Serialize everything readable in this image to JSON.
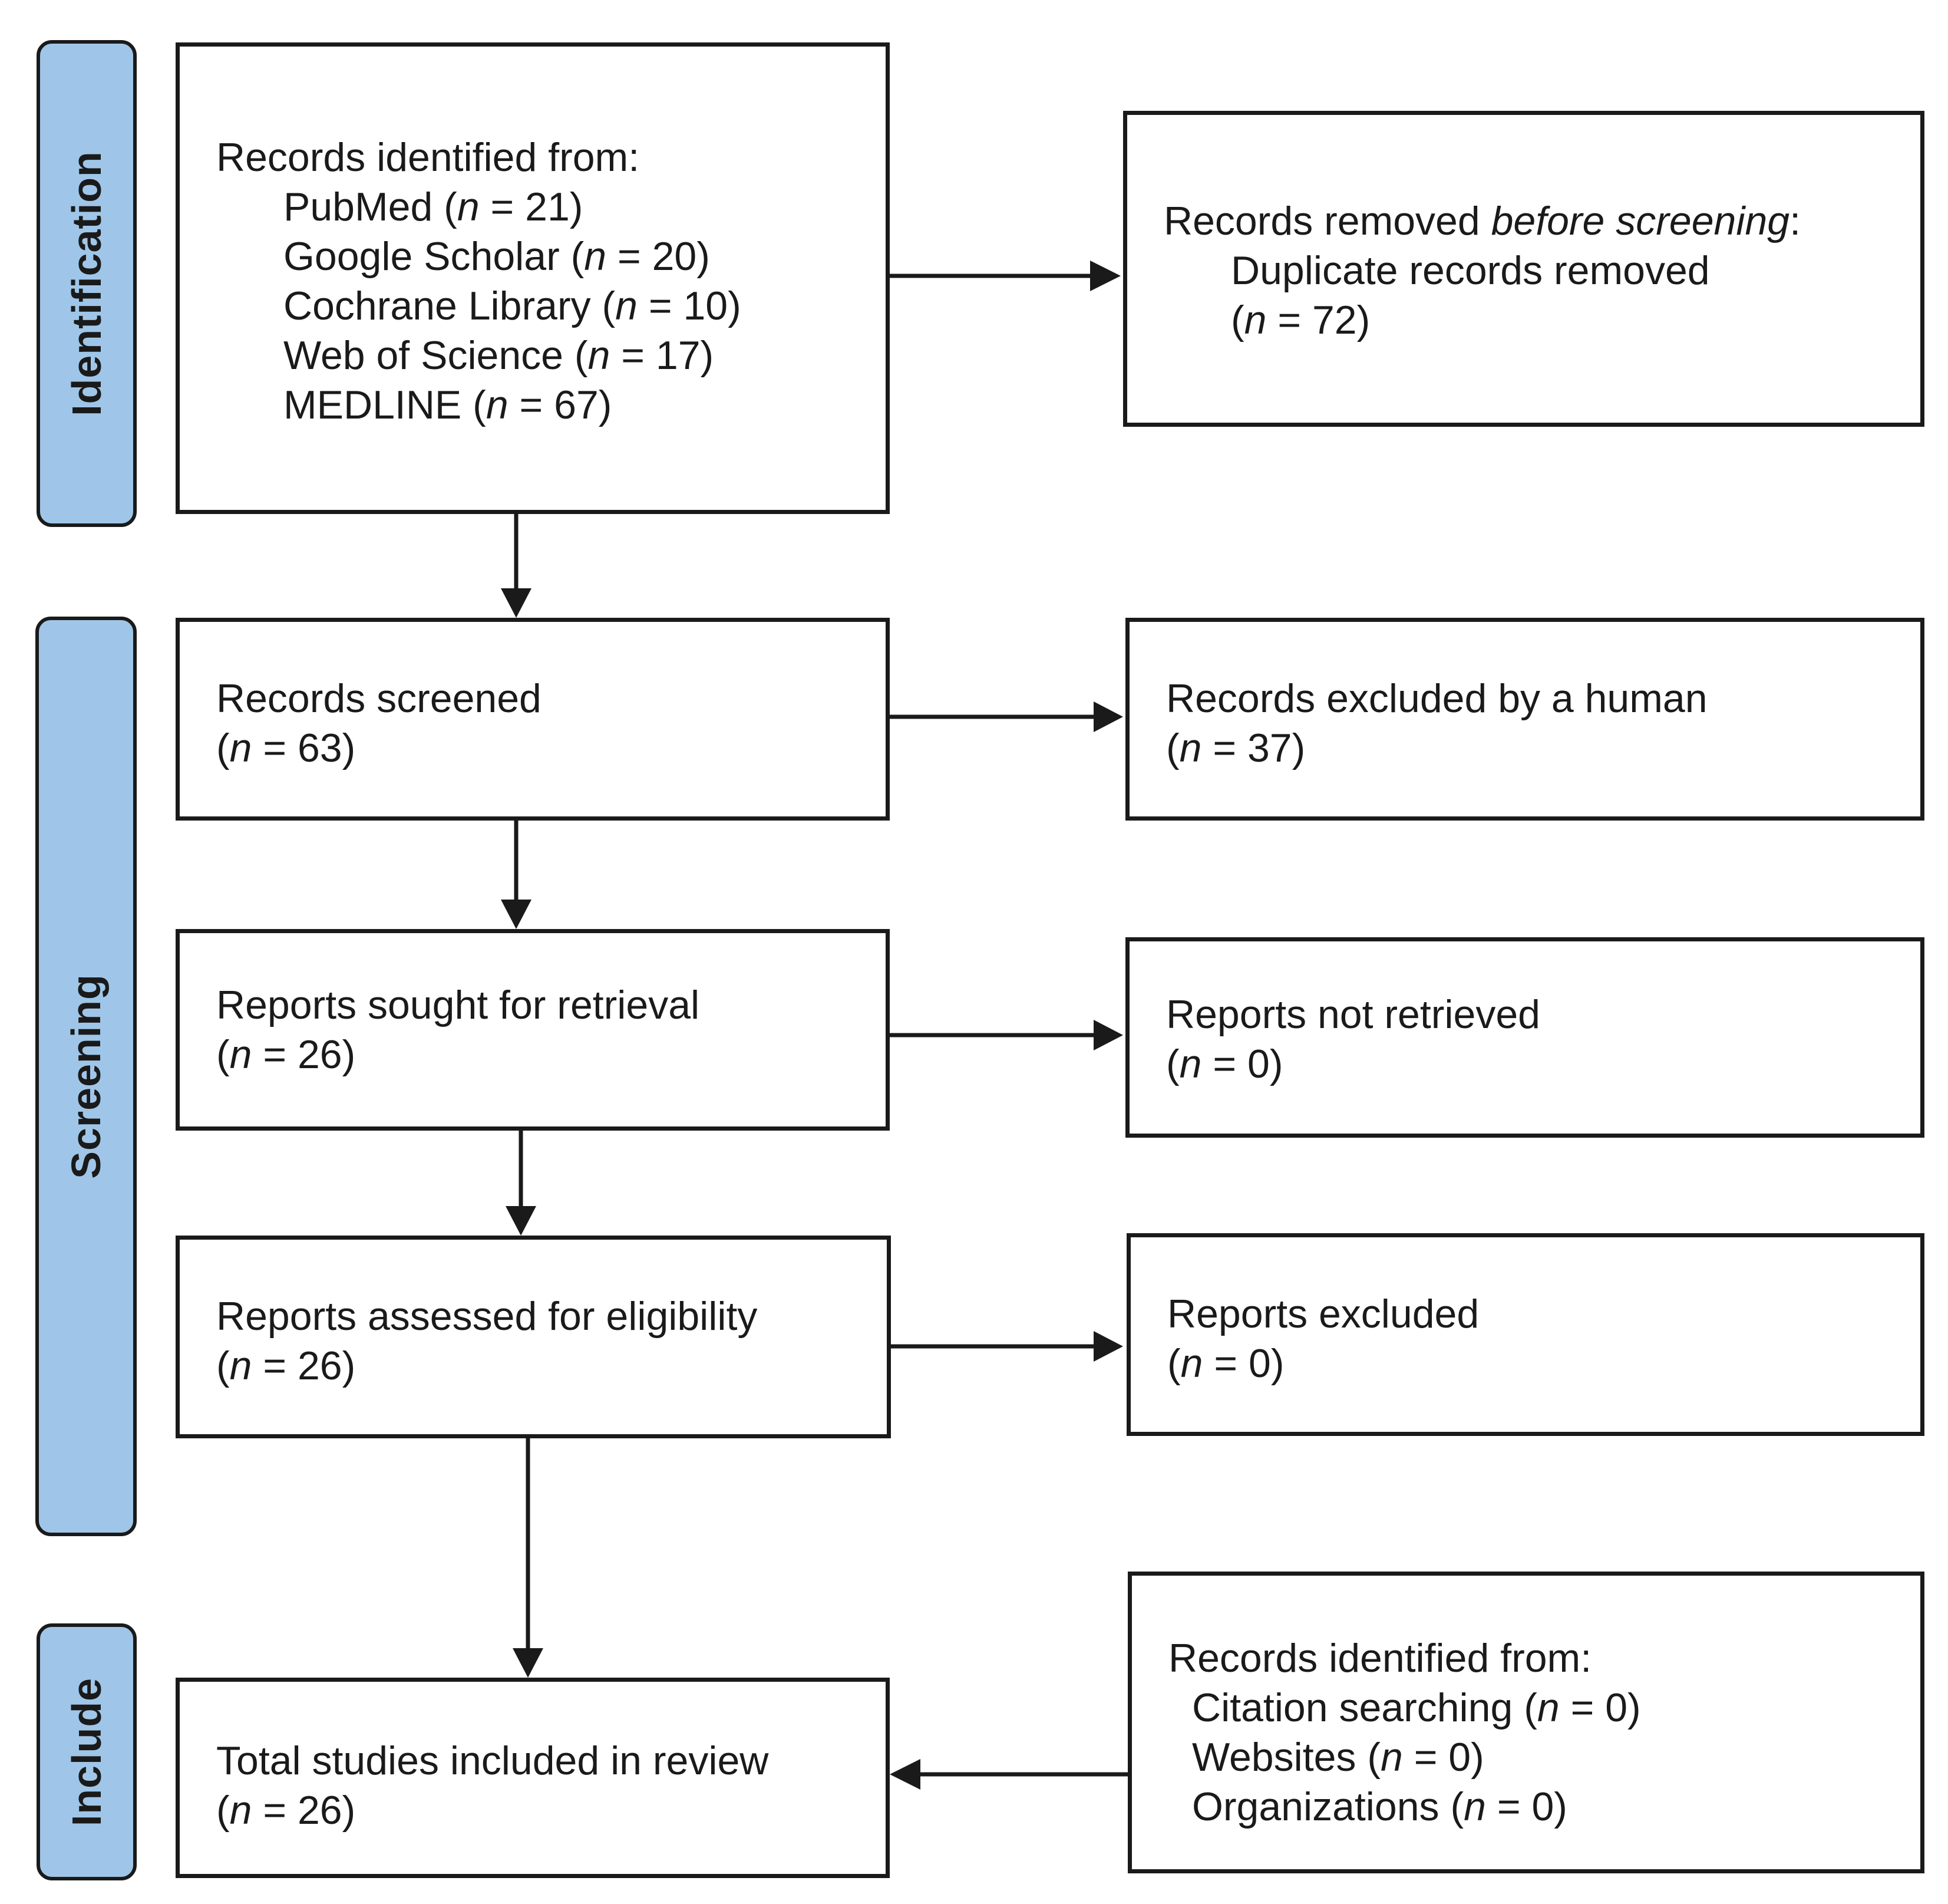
{
  "phases": {
    "identification": "Identification",
    "screening": "Screening",
    "include": "Include"
  },
  "n_symbol": "n",
  "identification_box": {
    "heading": "Records identified from:",
    "sources": [
      {
        "name": "PubMed",
        "n": "21"
      },
      {
        "name": "Google Scholar",
        "n": "20"
      },
      {
        "name": "Cochrane Library",
        "n": "10"
      },
      {
        "name": "Web of Science",
        "n": "17"
      },
      {
        "name": "MEDLINE",
        "n": "67"
      }
    ]
  },
  "removed_box": {
    "heading_prefix": "Records removed ",
    "heading_emphasis": "before screening",
    "heading_suffix": ":",
    "item": "Duplicate records removed",
    "n": "72"
  },
  "screened_box": {
    "label": "Records screened",
    "n": "63"
  },
  "excluded_box": {
    "label": "Records excluded by a human",
    "n": "37"
  },
  "sought_box": {
    "label": "Reports sought for retrieval",
    "n": "26"
  },
  "not_retrieved_box": {
    "label": "Reports not retrieved",
    "n": "0"
  },
  "assessed_box": {
    "label": "Reports assessed for eligibility",
    "n": "26"
  },
  "reports_excluded_box": {
    "label": "Reports excluded",
    "n": "0"
  },
  "included_box": {
    "label": "Total studies included in review",
    "n": "26"
  },
  "other_sources_box": {
    "heading": "Records identified from:",
    "sources": [
      {
        "name": "Citation searching",
        "n": "0"
      },
      {
        "name": "Websites",
        "n": "0"
      },
      {
        "name": "Organizations",
        "n": "0"
      }
    ]
  }
}
